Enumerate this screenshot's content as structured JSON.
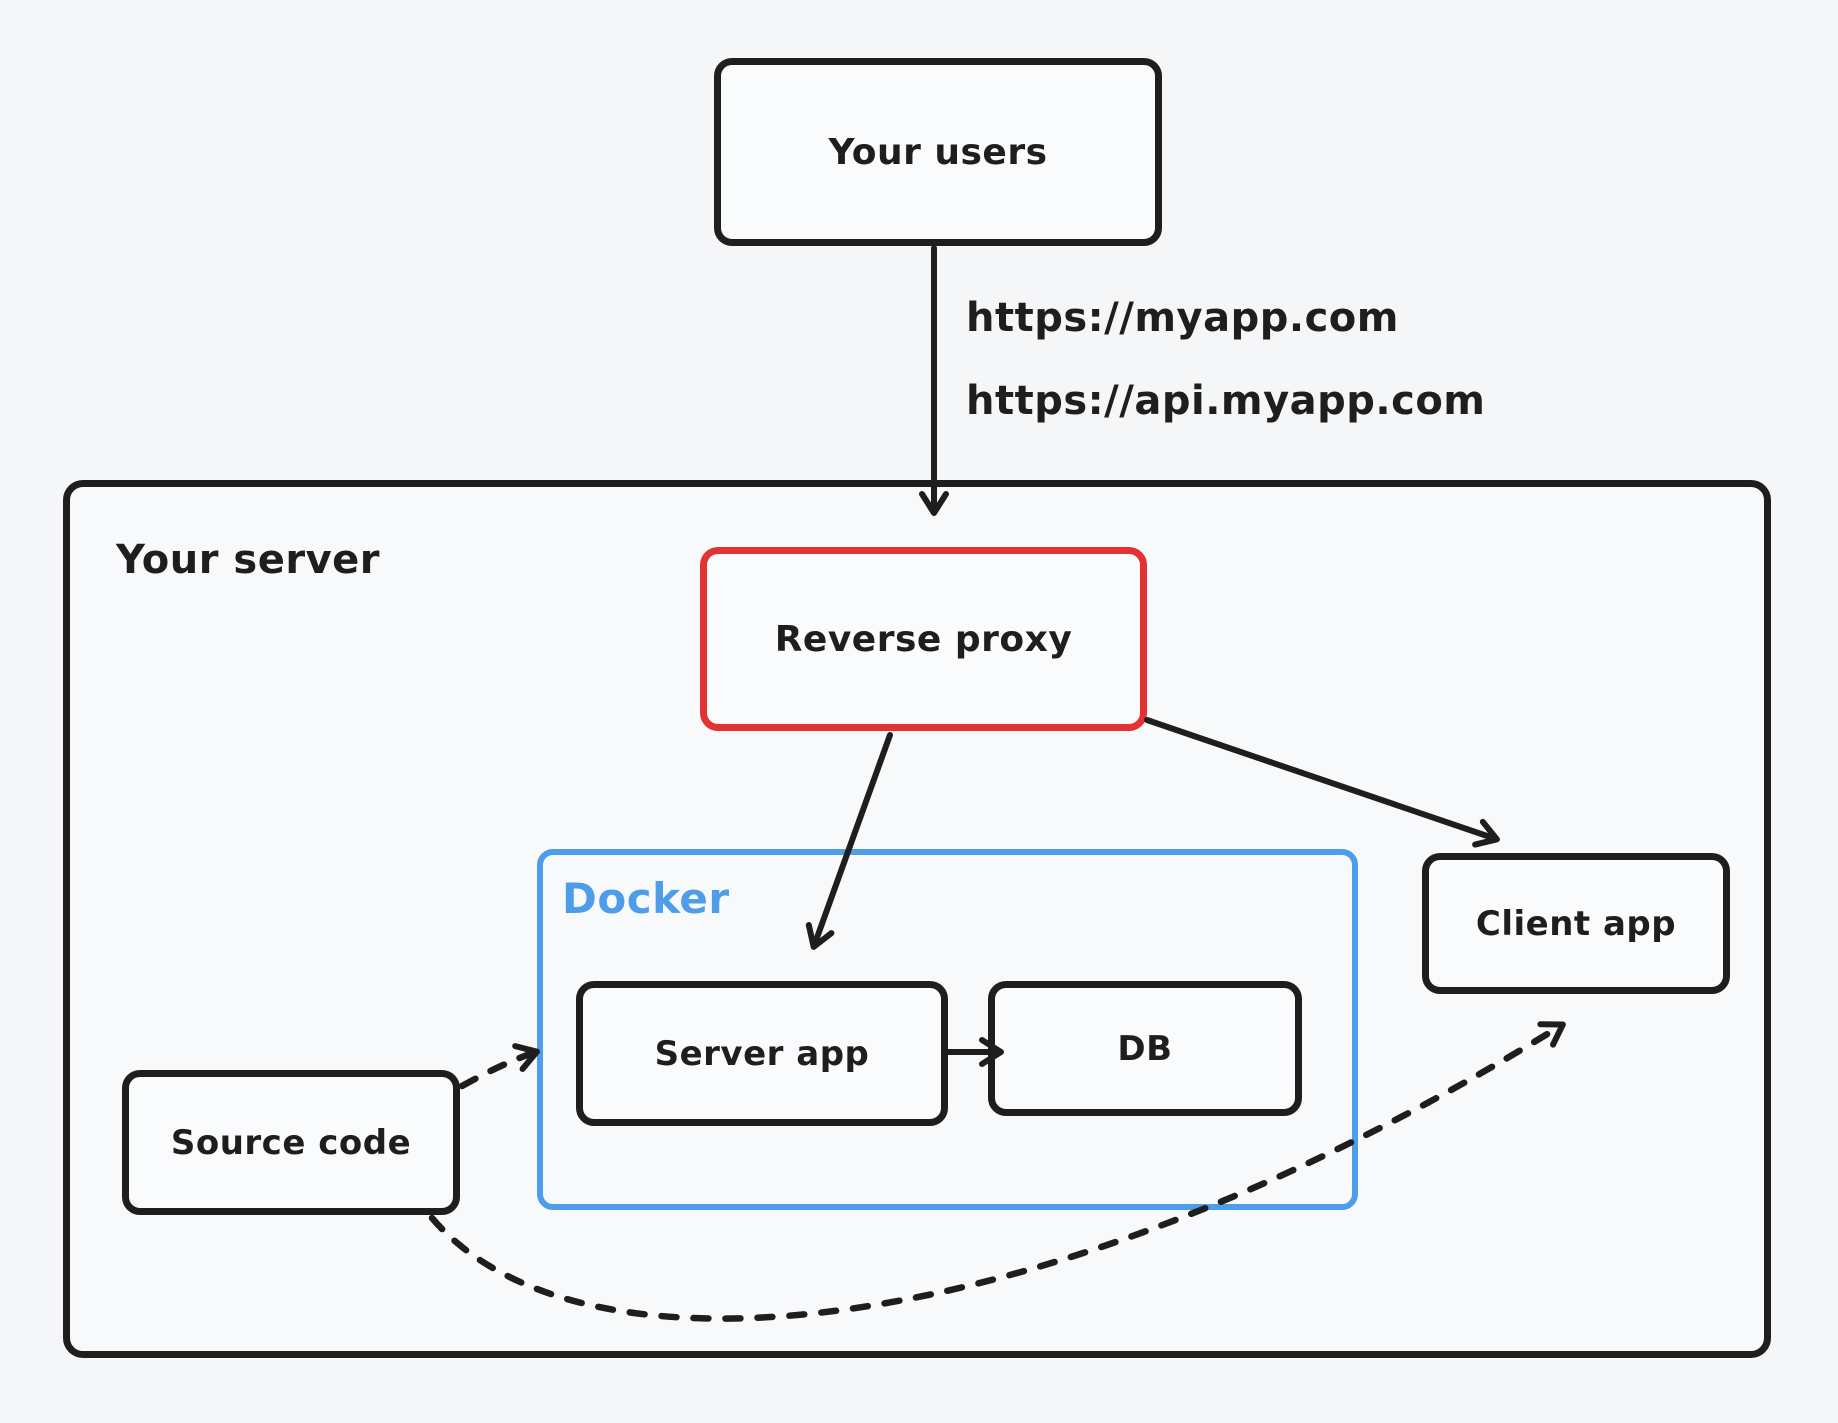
{
  "diagram": {
    "nodes": {
      "your_users": "Your users",
      "your_server": "Your server",
      "reverse_proxy": "Reverse proxy",
      "docker": "Docker",
      "server_app": "Server app",
      "db": "DB",
      "client_app": "Client app",
      "source_code": "Source code"
    },
    "edge_labels": {
      "url_primary": "https://myapp.com",
      "url_api": "https://api.myapp.com"
    },
    "edges": [
      {
        "from": "Your users",
        "to": "Reverse proxy",
        "style": "solid-arrow",
        "label": "https://myapp.com, https://api.myapp.com"
      },
      {
        "from": "Reverse proxy",
        "to": "Server app",
        "style": "solid-arrow",
        "label": ""
      },
      {
        "from": "Reverse proxy",
        "to": "Client app",
        "style": "solid-arrow",
        "label": ""
      },
      {
        "from": "Server app",
        "to": "DB",
        "style": "solid-arrow",
        "label": ""
      },
      {
        "from": "Source code",
        "to": "Server app",
        "style": "dashed-arrow",
        "label": ""
      },
      {
        "from": "Source code",
        "to": "Client app",
        "style": "dashed-arrow",
        "label": ""
      }
    ],
    "colors": {
      "stroke": "#1e1e1e",
      "accent_red": "#e23232",
      "accent_blue": "#4d9de9",
      "background": "#f5f6f8"
    }
  }
}
